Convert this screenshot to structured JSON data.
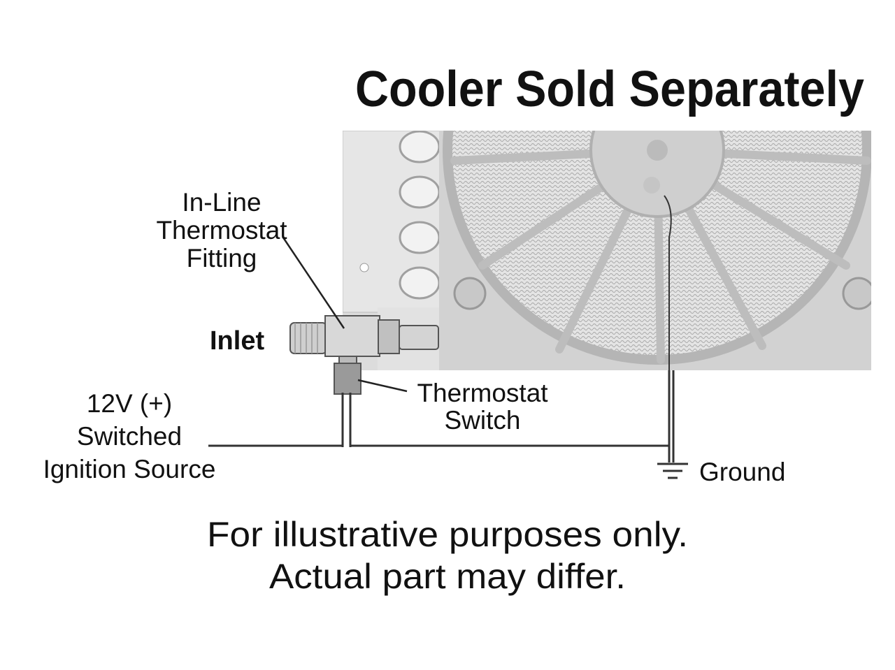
{
  "title": "Cooler Sold Separately",
  "labels": {
    "fitting": [
      "In-Line",
      "Thermostat",
      "Fitting"
    ],
    "inlet": "Inlet",
    "switch": [
      "Thermostat",
      "Switch"
    ],
    "power": [
      "12V (+)",
      "Switched",
      "Ignition Source"
    ],
    "ground": "Ground"
  },
  "disclaimer": [
    "For illustrative purposes only.",
    "Actual part may differ."
  ],
  "colors": {
    "cooler": "#d9d9d9",
    "fan_frame": "#c4c4c4",
    "wire": "#333333"
  }
}
